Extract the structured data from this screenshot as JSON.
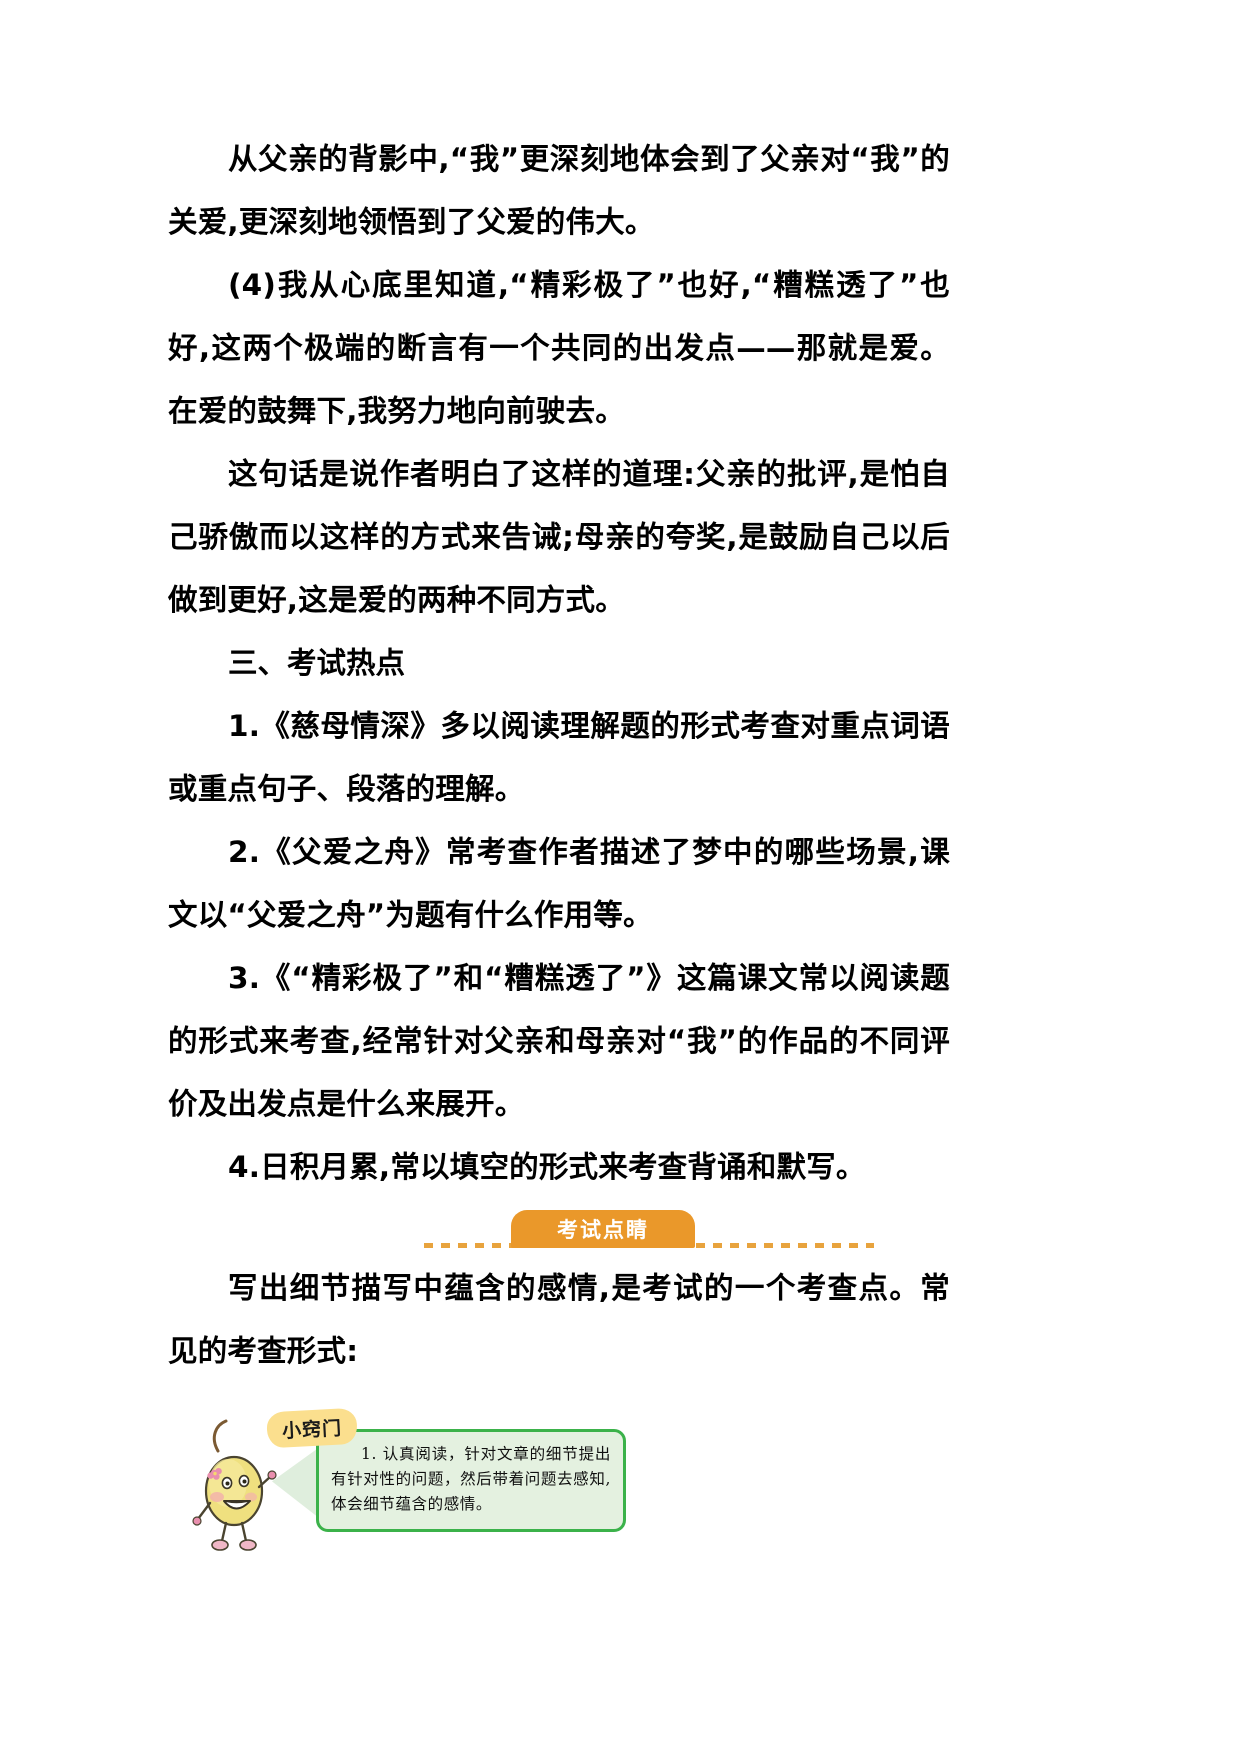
{
  "page": {
    "background_color": "#ffffff",
    "text_color": "#000000"
  },
  "body": {
    "paragraphs": [
      {
        "id": "p-beiying",
        "text": "从父亲的背影中,“我”更深刻地体会到了父亲对“我”的关爱,更深刻地领悟到了父爱的伟大。"
      },
      {
        "id": "p-item4",
        "text": "(4)我从心底里知道,“精彩极了”也好,“糟糕透了”也好,这两个极端的断言有一个共同的出发点——那就是爱。在爱的鼓舞下,我努力地向前驶去。"
      },
      {
        "id": "p-explain",
        "text": "这句话是说作者明白了这样的道理:父亲的批评,是怕自己骄傲而以这样的方式来告诫;母亲的夸奖,是鼓励自己以后做到更好,这是爱的两种不同方式。"
      }
    ]
  },
  "section": {
    "heading": "三、考试热点",
    "items": [
      {
        "id": "hot-1",
        "text": "1.《慈母情深》多以阅读理解题的形式考查对重点词语或重点句子、段落的理解。"
      },
      {
        "id": "hot-2",
        "text": "2.《父爱之舟》常考查作者描述了梦中的哪些场景,课文以“父爱之舟”为题有什么作用等。"
      },
      {
        "id": "hot-3",
        "text": "3.《“精彩极了”和“糟糕透了”》这篇课文常以阅读题的形式来考查,经常针对父亲和母亲对“我”的作品的不同评价及出发点是什么来展开。"
      },
      {
        "id": "hot-4",
        "text": "4.日积月累,常以填空的形式来考查背诵和默写。"
      }
    ]
  },
  "banner": {
    "label": "考试点睛",
    "fill_color": "#ea982a",
    "text_color": "#ffffff",
    "dots_color": "#e8a33d"
  },
  "after_banner": {
    "paragraph": "写出细节描写中蕴含的感情,是考试的一个考查点。常见的考查形式:"
  },
  "tip_card": {
    "badge_label": "小窍门",
    "badge_color": "#fbdf8e",
    "border_color": "#3bb24a",
    "fill_color": "#e4f1e0",
    "text": "1. 认真阅读，针对文章的细节提出有针对性的问题，然后带着问题去感知,体会细节蕴含的感情。",
    "mascot_name": "lemon-mascot"
  }
}
